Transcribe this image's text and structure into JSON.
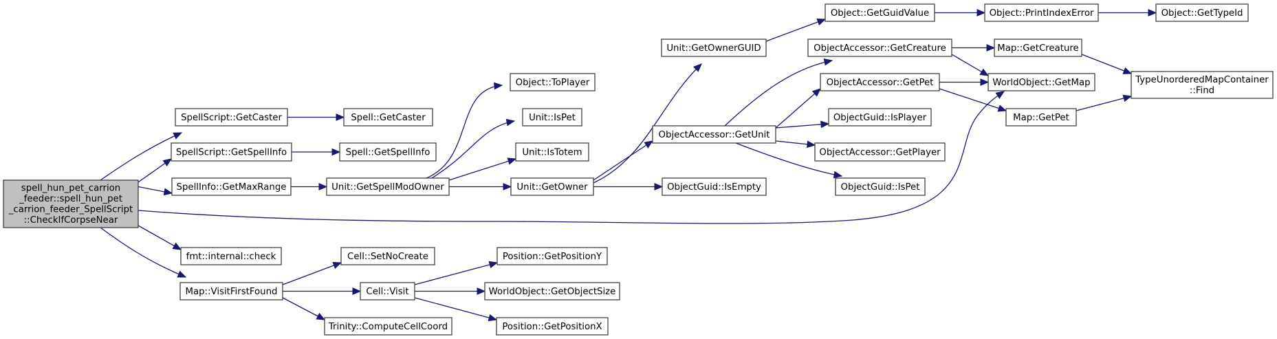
{
  "diagram": {
    "type": "call-graph",
    "colors": {
      "edge": "#191970",
      "node_border": "#404040",
      "root_fill": "#bfbfbf",
      "node_fill": "#ffffff"
    },
    "nodes": [
      {
        "id": "root",
        "lines": [
          "spell_hun_pet_carrion",
          "_feeder::spell_hun_pet",
          "_carrion_feeder_SpellScript",
          "::CheckIfCorpseNear"
        ],
        "root": true
      },
      {
        "id": "ss_getcaster",
        "lines": [
          "SpellScript::GetCaster"
        ]
      },
      {
        "id": "ss_getspellinfo",
        "lines": [
          "SpellScript::GetSpellInfo"
        ]
      },
      {
        "id": "si_getmaxrange",
        "lines": [
          "SpellInfo::GetMaxRange"
        ]
      },
      {
        "id": "fmt_check",
        "lines": [
          "fmt::internal::check"
        ]
      },
      {
        "id": "map_visitfirstfound",
        "lines": [
          "Map::VisitFirstFound"
        ]
      },
      {
        "id": "spell_getcaster",
        "lines": [
          "Spell::GetCaster"
        ]
      },
      {
        "id": "spell_getspellinfo",
        "lines": [
          "Spell::GetSpellInfo"
        ]
      },
      {
        "id": "unit_getspellmodowner",
        "lines": [
          "Unit::GetSpellModOwner"
        ]
      },
      {
        "id": "object_toplayer",
        "lines": [
          "Object::ToPlayer"
        ]
      },
      {
        "id": "unit_ispet",
        "lines": [
          "Unit::IsPet"
        ]
      },
      {
        "id": "unit_istotem",
        "lines": [
          "Unit::IsTotem"
        ]
      },
      {
        "id": "unit_getowner",
        "lines": [
          "Unit::GetOwner"
        ]
      },
      {
        "id": "unit_getownerguid",
        "lines": [
          "Unit::GetOwnerGUID"
        ]
      },
      {
        "id": "oa_getunit",
        "lines": [
          "ObjectAccessor::GetUnit"
        ]
      },
      {
        "id": "og_isempty",
        "lines": [
          "ObjectGuid::IsEmpty"
        ]
      },
      {
        "id": "object_getguidvalue",
        "lines": [
          "Object::GetGuidValue"
        ]
      },
      {
        "id": "object_printindexerror",
        "lines": [
          "Object::PrintIndexError"
        ]
      },
      {
        "id": "object_gettypeid",
        "lines": [
          "Object::GetTypeId"
        ]
      },
      {
        "id": "oa_getcreature",
        "lines": [
          "ObjectAccessor::GetCreature"
        ]
      },
      {
        "id": "oa_getpet",
        "lines": [
          "ObjectAccessor::GetPet"
        ]
      },
      {
        "id": "og_isplayer",
        "lines": [
          "ObjectGuid::IsPlayer"
        ]
      },
      {
        "id": "oa_getplayer",
        "lines": [
          "ObjectAccessor::GetPlayer"
        ]
      },
      {
        "id": "og_ispet",
        "lines": [
          "ObjectGuid::IsPet"
        ]
      },
      {
        "id": "map_getcreature",
        "lines": [
          "Map::GetCreature"
        ]
      },
      {
        "id": "wo_getmap",
        "lines": [
          "WorldObject::GetMap"
        ]
      },
      {
        "id": "map_getpet",
        "lines": [
          "Map::GetPet"
        ]
      },
      {
        "id": "tumc_find",
        "lines": [
          "TypeUnorderedMapContainer",
          "::Find"
        ]
      },
      {
        "id": "cell_setnocreate",
        "lines": [
          "Cell::SetNoCreate"
        ]
      },
      {
        "id": "cell_visit",
        "lines": [
          "Cell::Visit"
        ]
      },
      {
        "id": "trinity_computecellcoord",
        "lines": [
          "Trinity::ComputeCellCoord"
        ]
      },
      {
        "id": "pos_getpositiony",
        "lines": [
          "Position::GetPositionY"
        ]
      },
      {
        "id": "wo_getobjectsize",
        "lines": [
          "WorldObject::GetObjectSize"
        ]
      },
      {
        "id": "pos_getpositionx",
        "lines": [
          "Position::GetPositionX"
        ]
      }
    ],
    "edges": [
      [
        "root",
        "ss_getcaster"
      ],
      [
        "root",
        "ss_getspellinfo"
      ],
      [
        "root",
        "si_getmaxrange"
      ],
      [
        "root",
        "wo_getmap"
      ],
      [
        "root",
        "fmt_check"
      ],
      [
        "root",
        "map_visitfirstfound"
      ],
      [
        "ss_getcaster",
        "spell_getcaster"
      ],
      [
        "ss_getspellinfo",
        "spell_getspellinfo"
      ],
      [
        "si_getmaxrange",
        "unit_getspellmodowner"
      ],
      [
        "unit_getspellmodowner",
        "object_toplayer"
      ],
      [
        "unit_getspellmodowner",
        "unit_ispet"
      ],
      [
        "unit_getspellmodowner",
        "unit_istotem"
      ],
      [
        "unit_getspellmodowner",
        "unit_getowner"
      ],
      [
        "unit_getowner",
        "unit_getownerguid"
      ],
      [
        "unit_getowner",
        "oa_getunit"
      ],
      [
        "unit_getowner",
        "og_isempty"
      ],
      [
        "unit_getownerguid",
        "object_getguidvalue"
      ],
      [
        "object_getguidvalue",
        "object_printindexerror"
      ],
      [
        "object_printindexerror",
        "object_gettypeid"
      ],
      [
        "oa_getunit",
        "oa_getcreature"
      ],
      [
        "oa_getunit",
        "oa_getpet"
      ],
      [
        "oa_getunit",
        "og_isplayer"
      ],
      [
        "oa_getunit",
        "oa_getplayer"
      ],
      [
        "oa_getunit",
        "og_ispet"
      ],
      [
        "oa_getcreature",
        "map_getcreature"
      ],
      [
        "oa_getcreature",
        "wo_getmap"
      ],
      [
        "oa_getpet",
        "wo_getmap"
      ],
      [
        "oa_getpet",
        "map_getpet"
      ],
      [
        "map_getcreature",
        "tumc_find"
      ],
      [
        "map_getpet",
        "tumc_find"
      ],
      [
        "map_visitfirstfound",
        "cell_setnocreate"
      ],
      [
        "map_visitfirstfound",
        "cell_visit"
      ],
      [
        "map_visitfirstfound",
        "trinity_computecellcoord"
      ],
      [
        "cell_visit",
        "pos_getpositiony"
      ],
      [
        "cell_visit",
        "wo_getobjectsize"
      ],
      [
        "cell_visit",
        "pos_getpositionx"
      ]
    ]
  }
}
